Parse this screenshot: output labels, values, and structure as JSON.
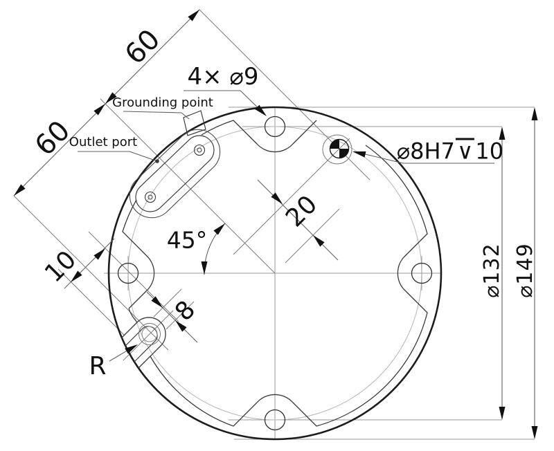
{
  "drawing": {
    "title_hidden": "",
    "callouts": {
      "hole_pattern": "4× ⌀9",
      "dowel_prefix": "⌀8H7",
      "dowel_depth_symbol": "∨",
      "dowel_depth_value": "10",
      "grounding_point": "Grounding point",
      "outlet_port": "Outlet port",
      "radius_label": "R"
    },
    "dimensions": {
      "spacing_upper": "60",
      "spacing_lower": "60",
      "slot_offset": "10",
      "slot_width": "8",
      "dowel_offset": "20",
      "angle": "45°",
      "bolt_circle_diameter": "⌀132",
      "outer_diameter": "⌀149"
    },
    "colors": {
      "background": "#ffffff",
      "outline_bold": "#1c1c1c",
      "contour_medium": "#3a3a3a",
      "centerline_gray": "#9a9a9a",
      "dimension_gray": "#5f5f5f",
      "text": "#111111"
    }
  }
}
